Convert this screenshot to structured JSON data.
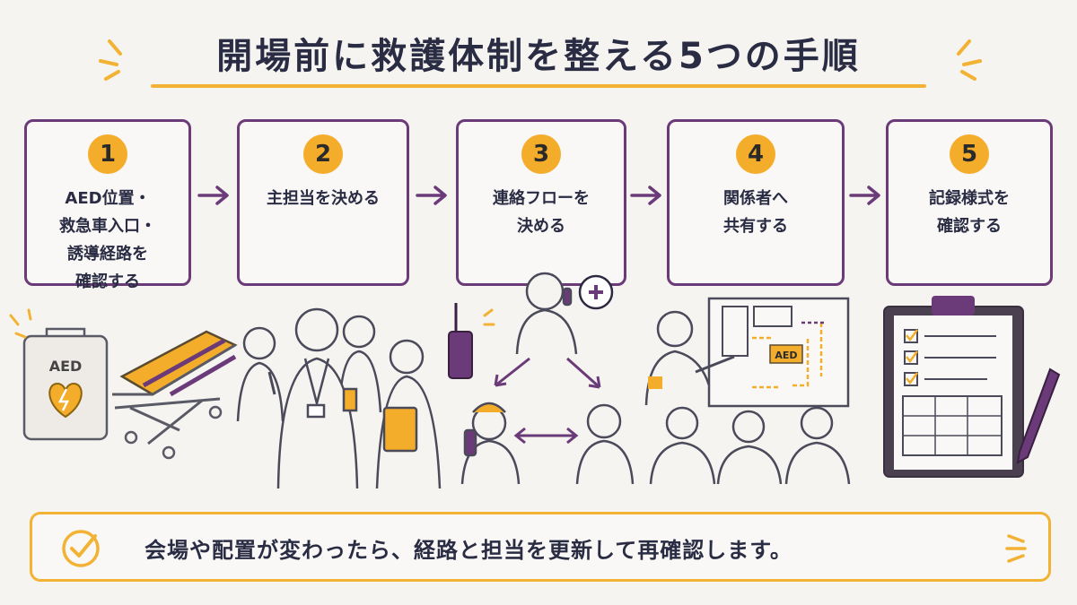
{
  "title": "開場前に救護体制を整える5つの手順",
  "steps": [
    {
      "number": "1",
      "label": "AED位置・\n救急車入口・\n誘導経路を\n確認する"
    },
    {
      "number": "2",
      "label": "主担当を決める"
    },
    {
      "number": "3",
      "label": "連絡フローを\n決める"
    },
    {
      "number": "4",
      "label": "関係者へ\n共有する"
    },
    {
      "number": "5",
      "label": "記録様式を\n確認する"
    }
  ],
  "illustrations": {
    "aed_label": "AED",
    "map_aed_label": "AED"
  },
  "note": "会場や配置が変わったら、経路と担当を更新して再確認します。",
  "colors": {
    "accent": "#f4ad2a",
    "frame": "#6b3a79",
    "ink": "#2a2c44",
    "background": "#f6f4f0"
  }
}
